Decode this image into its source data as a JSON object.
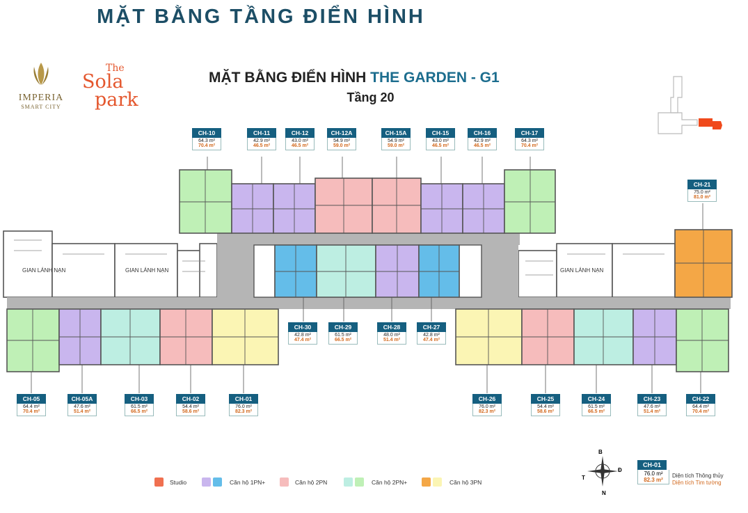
{
  "header": {
    "main_title": "MẶT BẰNG TẦNG ĐIỂN HÌNH",
    "plan_title_prefix": "MẶT BẰNG ĐIỂN HÌNH ",
    "plan_title_highlight": "THE GARDEN - G1",
    "floor": "Tầng 20"
  },
  "logos": {
    "imperia_name": "IMPERIA",
    "imperia_sub": "SMART CITY",
    "sola_line1": "The",
    "sola_line2": "Sola",
    "sola_line3": "park"
  },
  "plan_labels": {
    "refuge_1": "GIAN LÁNH NẠN",
    "refuge_2": "GIAN LÁNH NẠN",
    "refuge_3": "GIAN LÁNH NẠN"
  },
  "colors": {
    "studio": "#f07050",
    "onebr_purple": "#c9b6ee",
    "onebr_blue": "#64bde9",
    "twobr": "#f6bcbc",
    "twobr_plus_cyan": "#bdeee2",
    "twobr_plus_green": "#bff0b6",
    "threebr_orange": "#f4a746",
    "threebr_yellow": "#fbf5b4",
    "corridor": "#b5b5b5",
    "tag_blue": "#155f80",
    "area_outer": "#d2691e"
  },
  "units": [
    {
      "code": "CH-10",
      "a1": "64.3 m²",
      "a2": "70.4 m²",
      "type": "2pn-plus-green"
    },
    {
      "code": "CH-11",
      "a1": "42.9 m²",
      "a2": "46.5 m²",
      "type": "1pn-purple"
    },
    {
      "code": "CH-12",
      "a1": "43.0 m²",
      "a2": "46.5 m²",
      "type": "1pn-purple"
    },
    {
      "code": "CH-12A",
      "a1": "54.9 m²",
      "a2": "59.0 m²",
      "type": "2pn"
    },
    {
      "code": "CH-15A",
      "a1": "54.9 m²",
      "a2": "59.0 m²",
      "type": "2pn"
    },
    {
      "code": "CH-15",
      "a1": "43.0 m²",
      "a2": "46.5 m²",
      "type": "1pn-purple"
    },
    {
      "code": "CH-16",
      "a1": "42.9 m²",
      "a2": "46.5 m²",
      "type": "1pn-purple"
    },
    {
      "code": "CH-17",
      "a1": "64.3 m²",
      "a2": "70.4 m²",
      "type": "2pn-plus-green"
    },
    {
      "code": "CH-21",
      "a1": "75.0 m²",
      "a2": "81.0 m²",
      "type": "3pn-orange"
    },
    {
      "code": "CH-30",
      "a1": "42.8 m²",
      "a2": "47.4 m²",
      "type": "1pn-blue"
    },
    {
      "code": "CH-29",
      "a1": "61.5 m²",
      "a2": "66.5 m²",
      "type": "2pn-plus-cyan"
    },
    {
      "code": "CH-28",
      "a1": "48.0 m²",
      "a2": "51.4 m²",
      "type": "1pn-purple"
    },
    {
      "code": "CH-27",
      "a1": "42.8 m²",
      "a2": "47.4 m²",
      "type": "1pn-blue"
    },
    {
      "code": "CH-05",
      "a1": "64.4 m²",
      "a2": "70.4 m²",
      "type": "2pn-plus-green"
    },
    {
      "code": "CH-05A",
      "a1": "47.6 m²",
      "a2": "51.4 m²",
      "type": "1pn-purple"
    },
    {
      "code": "CH-03",
      "a1": "61.5 m²",
      "a2": "66.5 m²",
      "type": "2pn-plus-cyan"
    },
    {
      "code": "CH-02",
      "a1": "54.4 m²",
      "a2": "58.6 m²",
      "type": "2pn"
    },
    {
      "code": "CH-01",
      "a1": "76.0 m²",
      "a2": "82.3 m²",
      "type": "3pn-yellow"
    },
    {
      "code": "CH-26",
      "a1": "76.0 m²",
      "a2": "82.3 m²",
      "type": "3pn-yellow"
    },
    {
      "code": "CH-25",
      "a1": "54.4 m²",
      "a2": "58.6 m²",
      "type": "2pn"
    },
    {
      "code": "CH-24",
      "a1": "61.5 m²",
      "a2": "66.5 m²",
      "type": "2pn-plus-cyan"
    },
    {
      "code": "CH-23",
      "a1": "47.6 m²",
      "a2": "51.4 m²",
      "type": "1pn-purple"
    },
    {
      "code": "CH-22",
      "a1": "64.4 m²",
      "a2": "70.4 m²",
      "type": "2pn-plus-green"
    }
  ],
  "legend": {
    "studio": "Studio",
    "onebr": "Căn hộ 1PN+",
    "twobr": "Căn hộ 2PN",
    "twobr_plus": "Căn hộ 2PN+",
    "threebr": "Căn hộ 3PN"
  },
  "compass": {
    "n_top": "B",
    "east": "Đ",
    "west": "T",
    "n_bottom": "N"
  },
  "key": {
    "code": "CH-01",
    "a1": "76.0 m²",
    "a2": "82.3 m²",
    "label1": "Diện tích Thông thủy",
    "label2": "Diện tích Tim tường"
  }
}
